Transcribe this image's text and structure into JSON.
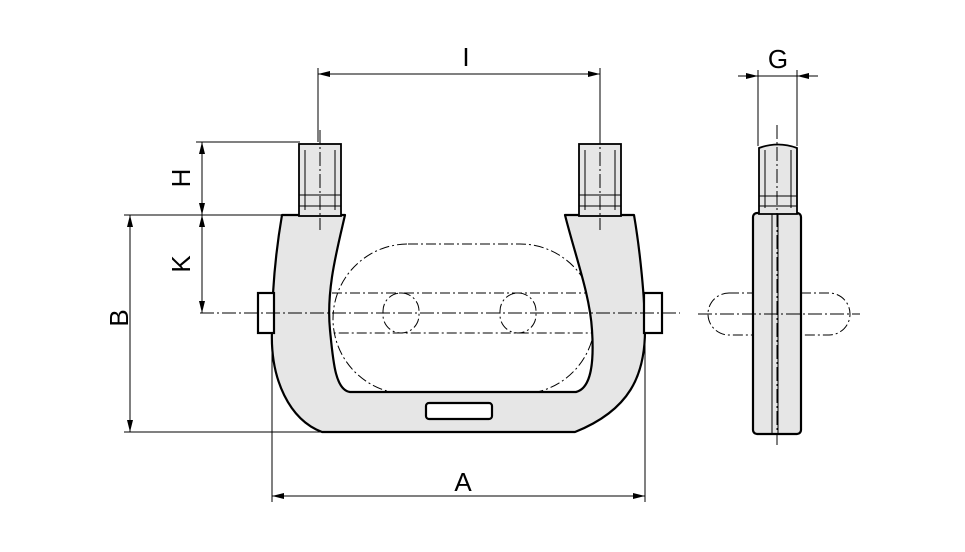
{
  "dimensions": {
    "A": "A",
    "B": "B",
    "G": "G",
    "H": "H",
    "I": "I",
    "K": "K"
  },
  "colors": {
    "part_fill": "#e6e6e6",
    "line": "#000000",
    "background": "#ffffff"
  }
}
